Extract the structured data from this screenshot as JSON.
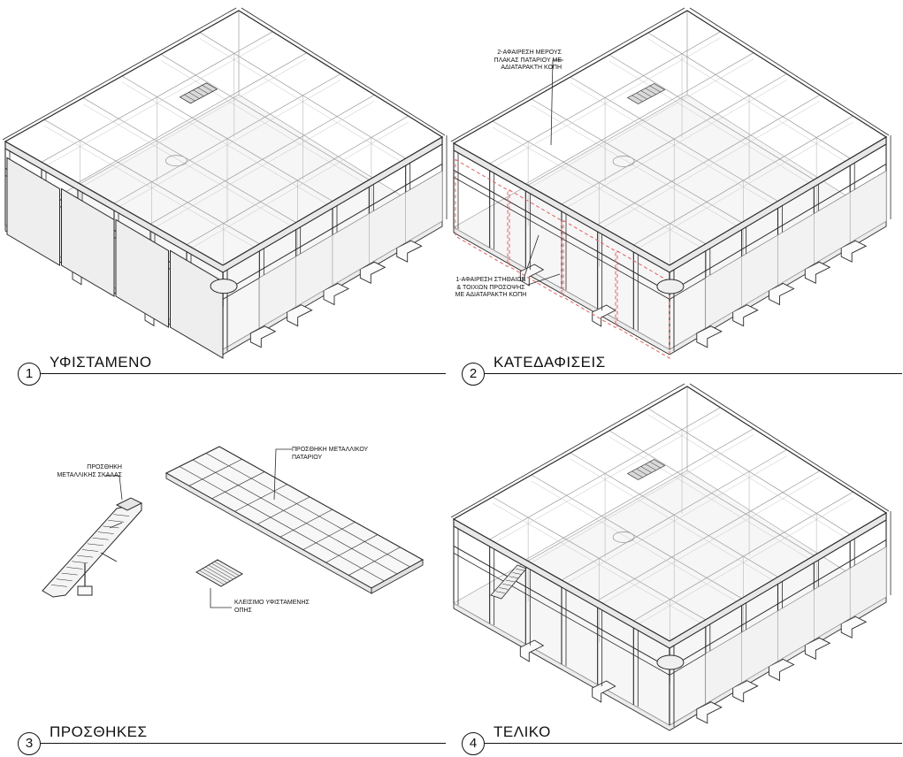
{
  "panels": [
    {
      "number": "1",
      "title": "ΥΦΙΣΤΑΜΕΝΟ"
    },
    {
      "number": "2",
      "title": "ΚΑΤΕΔΑΦΙΣΕΙΣ"
    },
    {
      "number": "3",
      "title": "ΠΡΟΣΘΗΚΕΣ"
    },
    {
      "number": "4",
      "title": "ΤΕΛΙΚΟ"
    }
  ],
  "annotations": {
    "slab_removal": [
      "2-ΑΦΑΙΡΕΣΗ ΜΕΡΟΥΣ",
      "ΠΛΑΚΑΣ ΠΑΤΑΡΙΟΥ ΜΕ",
      "ΑΔΙΑΤΑΡΑΚΤΗ ΚΟΠΗ"
    ],
    "facade_removal": [
      "1-ΑΦΑΙΡΕΣΗ ΣΤΗΘΑΙΩΝ",
      "& ΤΟΙΧΙΩΝ ΠΡΟΣΟΨΗΣ",
      "ΜΕ ΑΔΙΑΤΑΡΑΚΤΗ ΚΟΠΗ"
    ],
    "stair_addition": [
      "ΠΡΟΣΘΗΚΗ",
      "ΜΕΤΑΛΛΙΚΗΣ ΣΚΑΛΑΣ"
    ],
    "mezzanine_addition": [
      "ΠΡΟΣΘΗΚΗ ΜΕΤΑΛΛΙΚΟΥ",
      "ΠΑΤΑΡΙΟΥ"
    ],
    "opening_closure": [
      "ΚΛΕΙΣΙΜΟ ΥΦΙΣΤΑΜΕΝΗΣ",
      "ΟΠΗΣ"
    ]
  },
  "colors": {
    "line": "#2a2a2a",
    "light_line": "#9a9a9a",
    "demolition": "#e06060",
    "fill": "#f4f4f4"
  }
}
